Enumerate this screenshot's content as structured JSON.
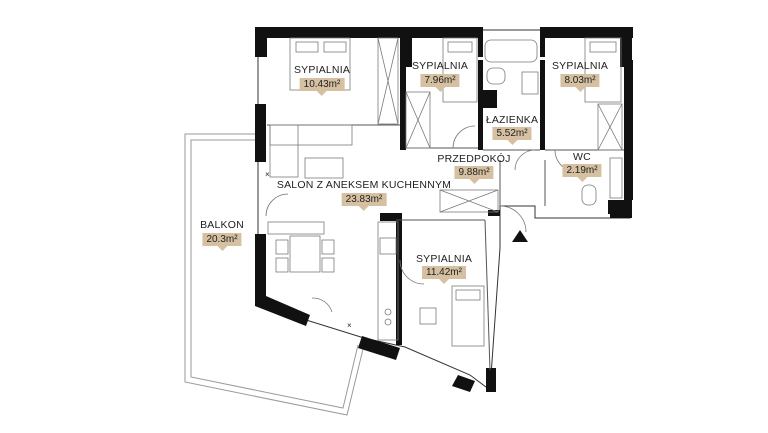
{
  "rooms": [
    {
      "id": "sypialnia-1",
      "name": "SYPIALNIA",
      "area": "10.43m²"
    },
    {
      "id": "sypialnia-2",
      "name": "SYPIALNIA",
      "area": "7.96m²"
    },
    {
      "id": "lazienka",
      "name": "ŁAZIENKA",
      "area": "5.52m²"
    },
    {
      "id": "sypialnia-3",
      "name": "SYPIALNIA",
      "area": "8.03m²"
    },
    {
      "id": "przedpokoj",
      "name": "PRZEDPOKÓJ",
      "area": "9.88m²"
    },
    {
      "id": "wc",
      "name": "WC",
      "area": "2.19m²"
    },
    {
      "id": "salon",
      "name": "SALON Z ANEKSEM KUCHENNYM",
      "area": "23.83m²"
    },
    {
      "id": "balkon",
      "name": "BALKON",
      "area": "20.3m²"
    },
    {
      "id": "sypialnia-4",
      "name": "SYPIALNIA",
      "area": "11.42m²"
    }
  ],
  "symbols": {
    "entrance": "entrance-arrow-icon",
    "window_mark": "×"
  },
  "colors": {
    "wall": "#111111",
    "badge": "#d6c0a2",
    "line": "#888888"
  }
}
